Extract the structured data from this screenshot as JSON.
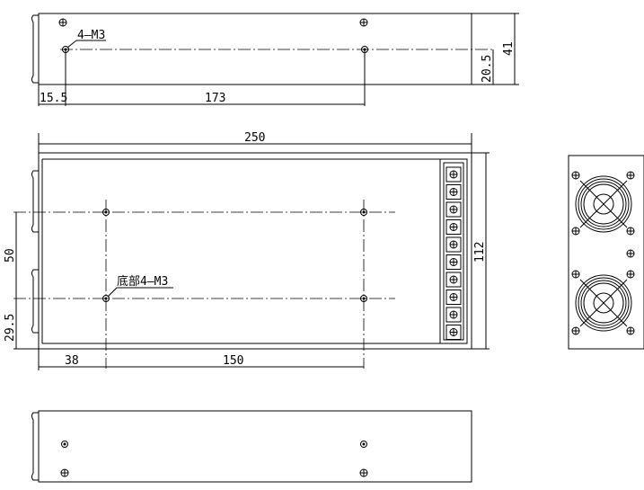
{
  "top_view": {
    "hole_label": "4—M3",
    "dim_offset": "15.5",
    "dim_spacing": "173",
    "dim_hole_height": "20.5",
    "dim_height": "41"
  },
  "front_view": {
    "dim_length": "250",
    "dim_width": "112",
    "dim_hole_spacing_v": "50",
    "dim_hole_offset_v": "29.5",
    "dim_hole_offset_h": "38",
    "dim_hole_spacing_h": "150",
    "hole_label": "底部4—M3"
  },
  "colors": {
    "line": "#000000",
    "background": "#ffffff"
  }
}
